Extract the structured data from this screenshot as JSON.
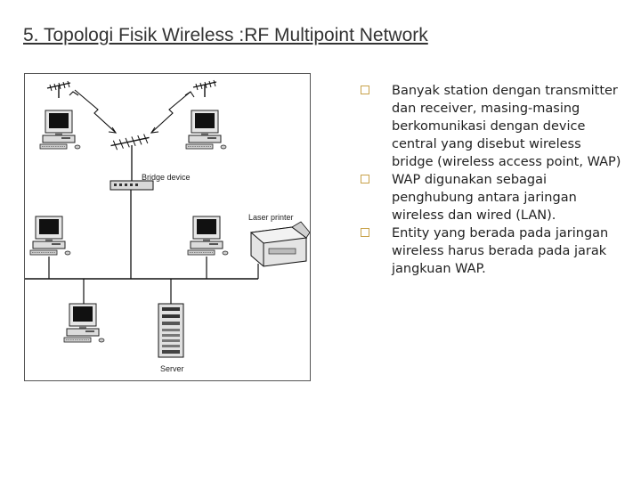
{
  "slide": {
    "title": "5. Topologi Fisik Wireless :RF Multipoint Network"
  },
  "diagram": {
    "labels": {
      "bridge": "Bridge device",
      "printer": "Laser printer",
      "server": "Server"
    }
  },
  "bullets": [
    {
      "text": "Banyak station dengan transmitter dan receiver, masing-masing berkomunikasi dengan device central yang disebut wireless bridge (wireless access point, WAP)"
    },
    {
      "text": "WAP digunakan sebagai penghubung antara jaringan wireless dan wired (LAN)."
    },
    {
      "text": "Entity yang berada pada jaringan wireless harus berada pada jarak jangkuan WAP."
    }
  ],
  "colors": {
    "bullet_marker": "#c8a24a",
    "text": "#222222"
  },
  "icons": [
    "antenna-icon",
    "computer-icon",
    "bridge-icon",
    "printer-icon",
    "server-icon",
    "radio-signal-icon"
  ]
}
